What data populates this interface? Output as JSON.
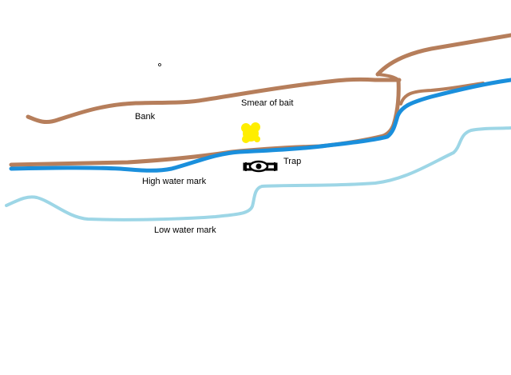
{
  "labels": {
    "bank": "Bank",
    "bait": "Smear of bait",
    "trap": "Trap",
    "high_water": "High water mark",
    "low_water": "Low water mark"
  },
  "colors": {
    "bank": "#b67e5b",
    "high_water": "#1a8fdc",
    "low_water": "#9dd6e6",
    "bait": "#ffee00",
    "trap": "#000000",
    "background": "#ffffff"
  },
  "icons": {
    "trap": "trap-icon",
    "bait": "bait-blob"
  }
}
